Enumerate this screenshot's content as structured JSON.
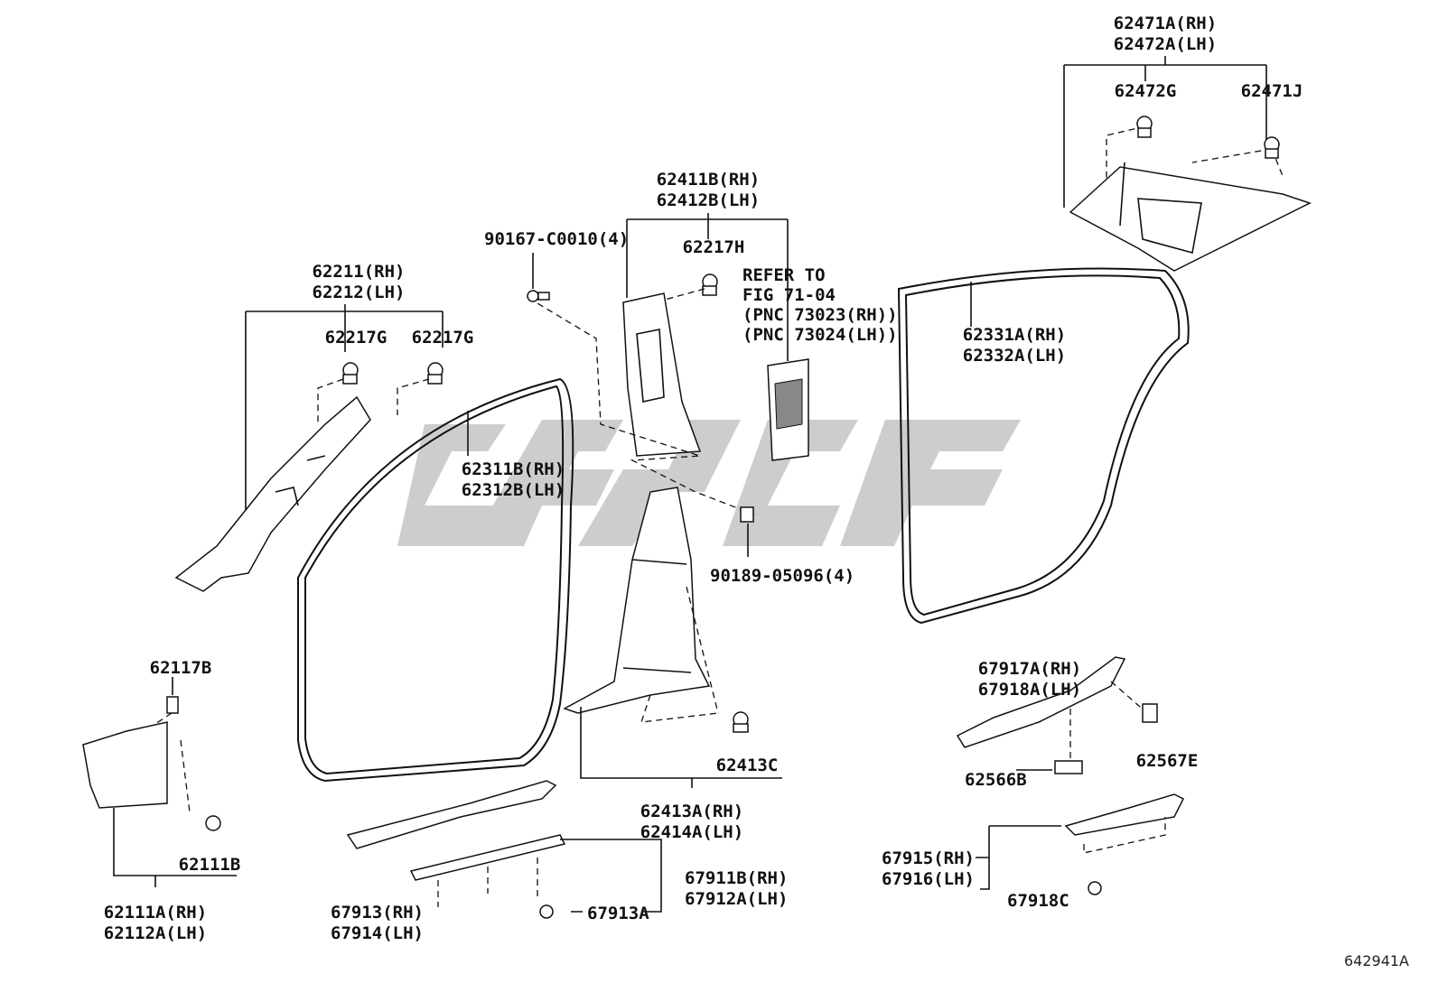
{
  "diagram": {
    "figure_ref": "642941A",
    "labels": {
      "p62471A": "62471A(RH)",
      "p62472A": "62472A(LH)",
      "p62472G": "62472G",
      "p62471J": "62471J",
      "p62411B": "62411B(RH)",
      "p62412B": "62412B(LH)",
      "p62217H": "62217H",
      "p90167": "90167-C0010(4)",
      "refer1": "REFER TO",
      "refer2": "FIG 71-04",
      "refer3": "(PNC 73023(RH))",
      "refer4": "(PNC 73024(LH))",
      "p62211": "62211(RH)",
      "p62212": "62212(LH)",
      "p62217G_a": "62217G",
      "p62217G_b": "62217G",
      "p62331A": "62331A(RH)",
      "p62332A": "62332A(LH)",
      "p62311B": "62311B(RH)",
      "p62312B": "62312B(LH)",
      "p90189": "90189-05096(4)",
      "p62117B": "62117B",
      "p67917A": "67917A(RH)",
      "p67918A": "67918A(LH)",
      "p62413C": "62413C",
      "p62567E": "62567E",
      "p62566B": "62566B",
      "p62413A": "62413A(RH)",
      "p62414A": "62414A(LH)",
      "p62111B": "62111B",
      "p67915": "67915(RH)",
      "p67916": "67916(LH)",
      "p67911B": "67911B(RH)",
      "p67912A": "67912A(LH)",
      "p67918C": "67918C",
      "p62111A": "62111A(RH)",
      "p62112A": "62112A(LH)",
      "p67913": "67913(RH)",
      "p67914": "67914(LH)",
      "p67913A": "67913A"
    }
  }
}
